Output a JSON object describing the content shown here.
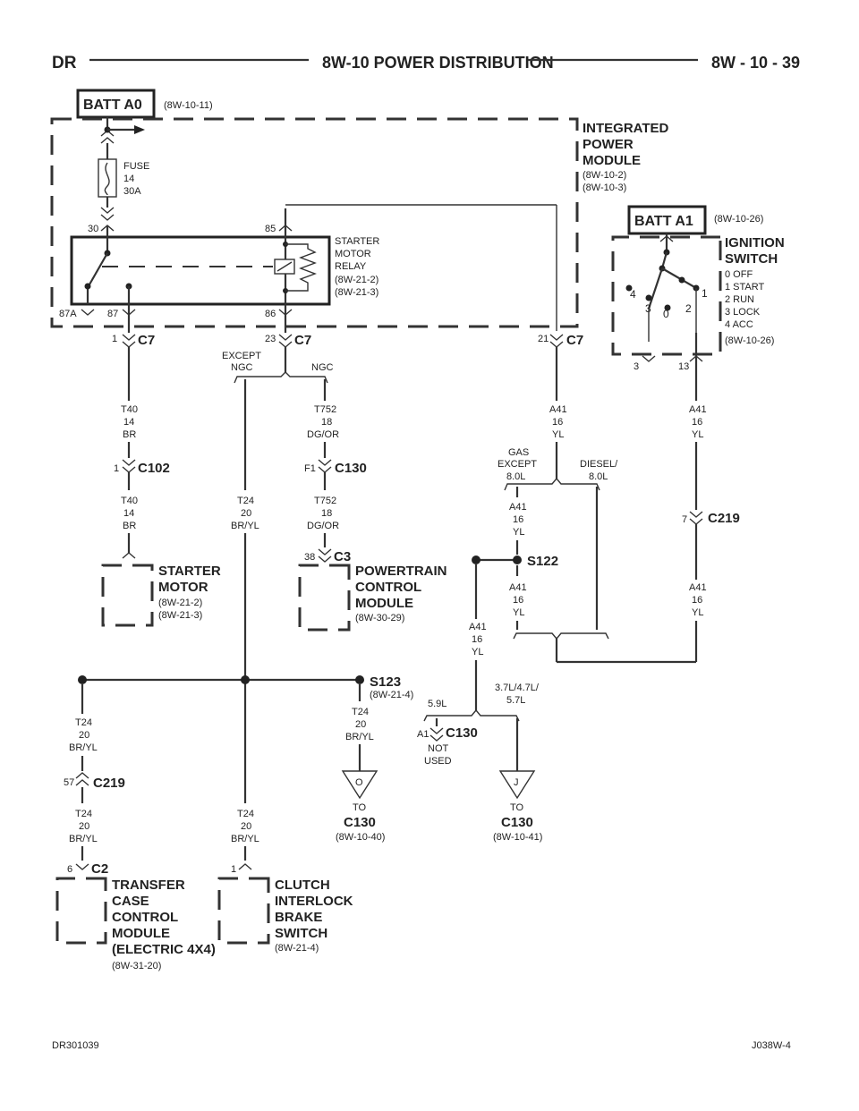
{
  "header": {
    "left": "DR",
    "title": "8W-10 POWER DISTRIBUTION",
    "page": "8W - 10 - 39"
  },
  "batt_a0": {
    "label": "BATT A0",
    "ref": "(8W-10-11)"
  },
  "ipm": {
    "line1": "INTEGRATED",
    "line2": "POWER",
    "line3": "MODULE",
    "ref1": "(8W-10-2)",
    "ref2": "(8W-10-3)"
  },
  "fuse": {
    "l1": "FUSE",
    "l2": "14",
    "l3": "30A"
  },
  "relay": {
    "l1": "STARTER",
    "l2": "MOTOR",
    "l3": "RELAY",
    "ref1": "(8W-21-2)",
    "ref2": "(8W-21-3)",
    "p30": "30",
    "p85": "85",
    "p87a": "87A",
    "p87": "87",
    "p86": "86"
  },
  "batt_a1": {
    "label": "BATT A1",
    "ref": "(8W-10-26)"
  },
  "ign": {
    "l1": "IGNITION",
    "l2": "SWITCH",
    "pos0": "0 OFF",
    "pos1": "1 START",
    "pos2": "2 RUN",
    "pos3": "3 LOCK",
    "pos4": "4 ACC",
    "ref": "(8W-10-26)",
    "n4": "4",
    "n3": "3",
    "n0": "0",
    "n2": "2",
    "n1": "1",
    "pin3": "3",
    "pin13": "13"
  },
  "c7": {
    "name": "C7",
    "pin1": "1",
    "pin23": "23",
    "pin21": "21"
  },
  "c7_right": {
    "name": "C7"
  },
  "c7_mid": {
    "name": "C7"
  },
  "splice_ngc": {
    "except": "EXCEPT",
    "ngc1": "NGC",
    "ngc2": "NGC"
  },
  "w_t40a": {
    "l1": "T40",
    "l2": "14",
    "l3": "BR"
  },
  "w_t40b": {
    "l1": "T40",
    "l2": "14",
    "l3": "BR"
  },
  "c102": {
    "name": "C102",
    "pin": "1"
  },
  "w_t752a": {
    "l1": "T752",
    "l2": "18",
    "l3": "DG/OR"
  },
  "w_t752b": {
    "l1": "T752",
    "l2": "18",
    "l3": "DG/OR"
  },
  "c130a": {
    "name": "C130",
    "pin": "F1"
  },
  "w_t24a": {
    "l1": "T24",
    "l2": "20",
    "l3": "BR/YL"
  },
  "starter": {
    "l1": "STARTER",
    "l2": "MOTOR",
    "ref1": "(8W-21-2)",
    "ref2": "(8W-21-3)"
  },
  "c3": {
    "name": "C3",
    "pin": "38"
  },
  "pcm": {
    "l1": "POWERTRAIN",
    "l2": "CONTROL",
    "l3": "MODULE",
    "ref": "(8W-30-29)"
  },
  "w_a41a": {
    "l1": "A41",
    "l2": "16",
    "l3": "YL"
  },
  "gas": {
    "l1": "GAS",
    "l2": "EXCEPT",
    "l3": "8.0L",
    "d1": "DIESEL/",
    "d2": "8.0L"
  },
  "w_a41b": {
    "l1": "A41",
    "l2": "16",
    "l3": "YL"
  },
  "s122": {
    "name": "S122"
  },
  "w_a41c": {
    "l1": "A41",
    "l2": "16",
    "l3": "YL"
  },
  "w_a41d": {
    "l1": "A41",
    "l2": "16",
    "l3": "YL"
  },
  "w_a41e": {
    "l1": "A41",
    "l2": "16",
    "l3": "YL"
  },
  "c219a": {
    "name": "C219",
    "pin": "7"
  },
  "w_a41f": {
    "l1": "A41",
    "l2": "16",
    "l3": "YL"
  },
  "s123": {
    "name": "S123",
    "ref": "(8W-21-4)"
  },
  "w_t24b": {
    "l1": "T24",
    "l2": "20",
    "l3": "BR/YL"
  },
  "w_t24c": {
    "l1": "T24",
    "l2": "20",
    "l3": "BR/YL"
  },
  "c219b": {
    "name": "C219",
    "pin": "57"
  },
  "w_t24d": {
    "l1": "T24",
    "l2": "20",
    "l3": "BR/YL"
  },
  "w_t24e": {
    "l1": "T24",
    "l2": "20",
    "l3": "BR/YL"
  },
  "to_o": {
    "letter": "O",
    "to": "TO",
    "conn": "C130",
    "ref": "(8W-10-40)"
  },
  "eng": {
    "e1": "5.9L",
    "e2": "3.7L/4.7L/",
    "e3": "5.7L"
  },
  "c130b": {
    "name": "C130",
    "pin": "A1",
    "nu1": "NOT",
    "nu2": "USED"
  },
  "to_j": {
    "letter": "J",
    "to": "TO",
    "conn": "C130",
    "ref": "(8W-10-41)"
  },
  "c2": {
    "name": "C2",
    "pin": "6"
  },
  "tccm": {
    "l1": "TRANSFER",
    "l2": "CASE",
    "l3": "CONTROL",
    "l4": "MODULE",
    "l5": "(ELECTRIC 4X4)",
    "ref": "(8W-31-20)"
  },
  "clutch": {
    "pin": "1",
    "l1": "CLUTCH",
    "l2": "INTERLOCK",
    "l3": "BRAKE",
    "l4": "SWITCH",
    "ref": "(8W-21-4)"
  },
  "footer": {
    "left": "DR301039",
    "right": "J038W-4"
  }
}
